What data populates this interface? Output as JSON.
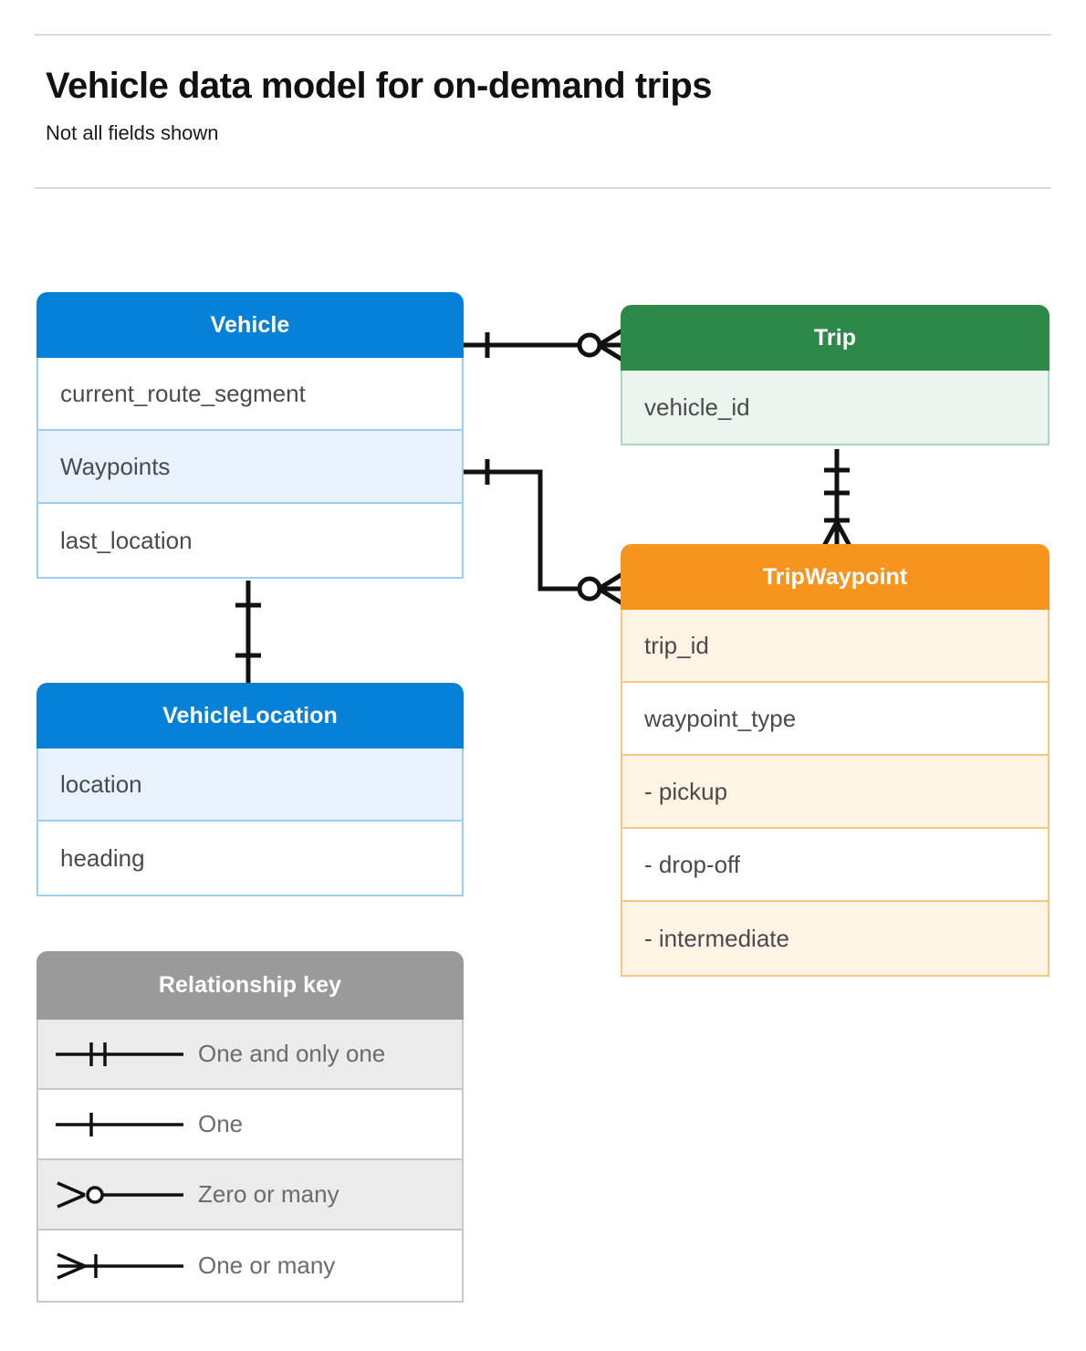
{
  "header": {
    "title": "Vehicle data model for on-demand trips",
    "subtitle": "Not all fields shown"
  },
  "colors": {
    "blue": "#0681d8",
    "blue_row": "#e8f2fd",
    "blue_border": "#9ccdf2",
    "green": "#2c8948",
    "green_row": "#ebf4ee",
    "green_border": "#aed6ba",
    "orange": "#f7941e",
    "orange_row": "#fdf4e6",
    "orange_border": "#f5c781",
    "gray": "#9a9a9a",
    "gray_row": "#ebebeb",
    "line": "#111111",
    "rule": "#dadce0",
    "field_text": "#4a4a4a"
  },
  "entities": [
    {
      "name": "Vehicle",
      "theme": "blue",
      "fields": [
        {
          "label": "current_route_segment",
          "shade": "plain"
        },
        {
          "label": "Waypoints",
          "shade": "alt"
        },
        {
          "label": "last_location",
          "shade": "plain"
        }
      ]
    },
    {
      "name": "VehicleLocation",
      "theme": "blue",
      "fields": [
        {
          "label": "location",
          "shade": "alt"
        },
        {
          "label": "heading",
          "shade": "plain"
        }
      ]
    },
    {
      "name": "Trip",
      "theme": "green",
      "fields": [
        {
          "label": "vehicle_id",
          "shade": "alt"
        }
      ]
    },
    {
      "name": "TripWaypoint",
      "theme": "orange",
      "fields": [
        {
          "label": "trip_id",
          "shade": "alt"
        },
        {
          "label": "waypoint_type",
          "shade": "plain"
        },
        {
          "label": "- pickup",
          "shade": "alt"
        },
        {
          "label": "- drop-off",
          "shade": "plain"
        },
        {
          "label": "- intermediate",
          "shade": "alt"
        }
      ]
    }
  ],
  "legend": {
    "title": "Relationship key",
    "items": [
      {
        "symbol": "one-and-only-one",
        "label": "One and only one",
        "shade": "alt"
      },
      {
        "symbol": "one",
        "label": "One",
        "shade": "plain"
      },
      {
        "symbol": "zero-or-many",
        "label": "Zero or many",
        "shade": "alt"
      },
      {
        "symbol": "one-or-many",
        "label": "One or many",
        "shade": "plain"
      }
    ]
  },
  "relationships": [
    {
      "id": "vehicle-to-trip",
      "from": "Vehicle",
      "to": "Trip",
      "from_cardinality": "one",
      "to_cardinality": "zero-or-many"
    },
    {
      "id": "vehicle-waypoints-to-tripwaypoint",
      "from": "Vehicle.Waypoints",
      "to": "TripWaypoint",
      "from_cardinality": "one",
      "to_cardinality": "zero-or-many"
    },
    {
      "id": "trip-to-tripwaypoint",
      "from": "Trip",
      "to": "TripWaypoint",
      "from_cardinality": "one-and-only-one",
      "to_cardinality": "one-or-many"
    },
    {
      "id": "vehicle-to-vehiclelocation",
      "from": "Vehicle",
      "to": "VehicleLocation",
      "from_cardinality": "one",
      "to_cardinality": "one"
    }
  ]
}
